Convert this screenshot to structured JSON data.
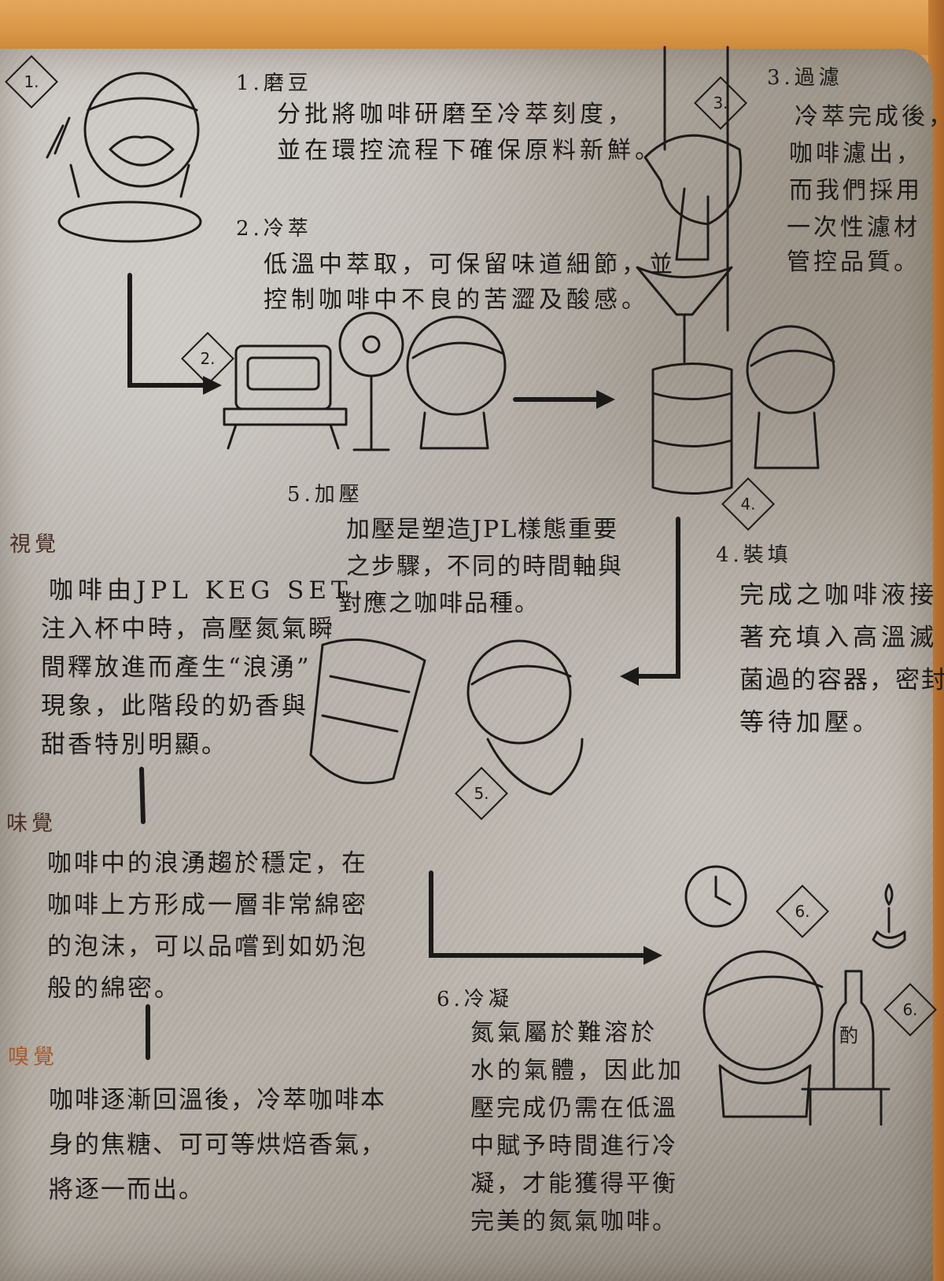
{
  "steps": {
    "s1": {
      "title": "1.磨豆",
      "lines": [
        "分批將咖啡研磨至冷萃刻度，",
        "並在環控流程下確保原料新鮮。"
      ]
    },
    "s2": {
      "title": "2.冷萃",
      "lines": [
        "低溫中萃取，可保留味道細節，並",
        "控制咖啡中不良的苦澀及酸感。"
      ]
    },
    "s3": {
      "title": "3.過濾",
      "lines": [
        "冷萃完成後，",
        "咖啡濾出，",
        "而我們採用",
        "一次性濾材",
        "管控品質。"
      ]
    },
    "s4": {
      "title": "4.裝填",
      "lines": [
        "完成之咖啡液接",
        "著充填入高溫滅",
        "菌過的容器，密封",
        "等待加壓。"
      ]
    },
    "s5": {
      "title": "5.加壓",
      "lines": [
        "加壓是塑造JPL樣態重要",
        "之步驟，不同的時間軸與",
        "對應之咖啡品種。"
      ]
    },
    "s6": {
      "title": "6.冷凝",
      "lines": [
        "氮氣屬於難溶於",
        "水的氣體，因此加",
        "壓完成仍需在低溫",
        "中賦予時間進行冷",
        "凝，才能獲得平衡",
        "完美的氮氣咖啡。"
      ]
    }
  },
  "senses": {
    "sight": {
      "title": "視覺",
      "lines": [
        "咖啡由JPL KEG SET",
        "注入杯中時，高壓氮氣瞬",
        "間釋放進而產生“浪湧”",
        "現象，此階段的奶香與",
        "甜香特別明顯。"
      ]
    },
    "taste": {
      "title": "味覺",
      "lines": [
        "咖啡中的浪湧趨於穩定，在",
        "咖啡上方形成一層非常綿密",
        "的泡沫，可以品嚐到如奶泡",
        "般的綿密。"
      ]
    },
    "smell": {
      "title": "嗅覺",
      "lines": [
        "咖啡逐漸回溫後，冷萃咖啡本",
        "身的焦糖、可可等烘焙香氣，",
        "將逐一而出。"
      ]
    }
  },
  "badges": [
    "1.",
    "2.",
    "3.",
    "4.",
    "5.",
    "6.",
    "6."
  ],
  "bottle_label": "酌"
}
